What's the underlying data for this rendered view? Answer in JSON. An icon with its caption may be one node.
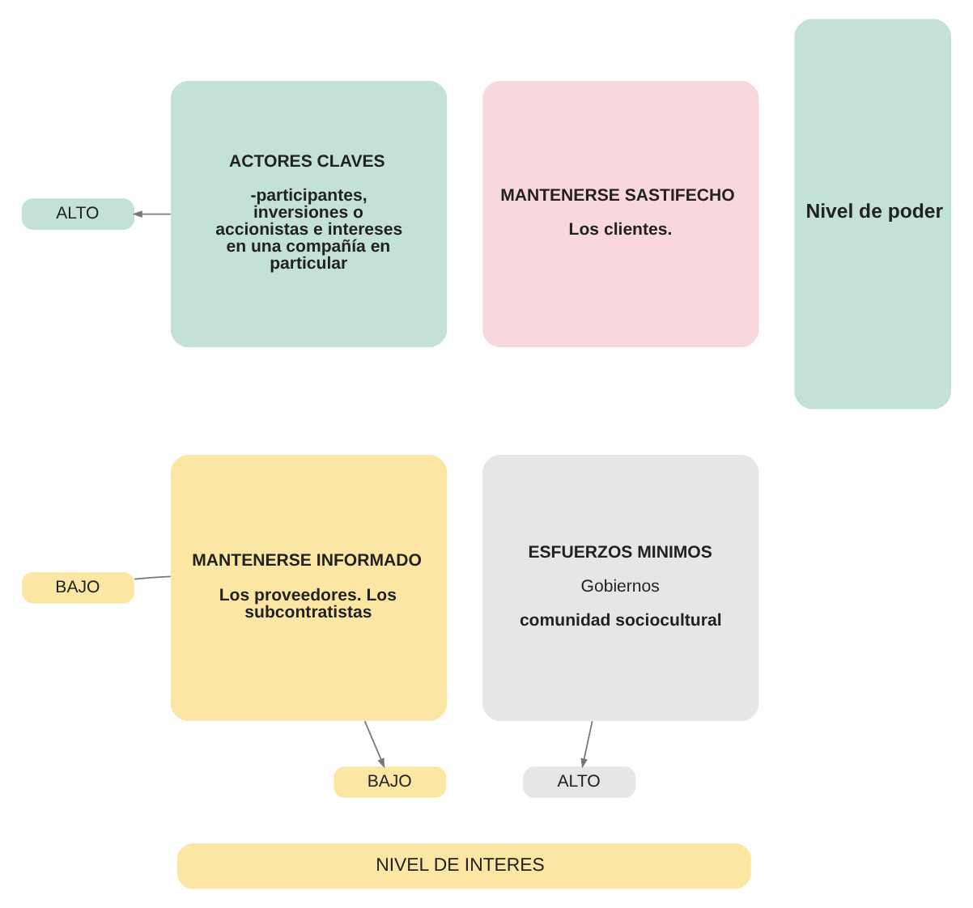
{
  "diagram": {
    "nodes": [
      {
        "text": [
          "ALTO"
        ]
      },
      {
        "text": [
          "Nivel de poder"
        ]
      },
      {
        "text": [
          "ACTORES CLAVES",
          "-participantes, inversiones o accionistas e intereses en una compañía en particular"
        ]
      },
      {
        "text": [
          "MANTENERSE SASTIFECHO",
          "Los clientes."
        ]
      },
      {
        "text": [
          "MANTENERSE INFORMADO",
          "Los proveedores. Los subcontratistas"
        ]
      },
      {
        "text": [
          "ESFUERZOS MINIMOS",
          "Gobiernos",
          "comunidad sociocultural"
        ]
      },
      {
        "text": [
          "BAJO"
        ]
      },
      {
        "text": [
          "BAJO"
        ]
      },
      {
        "text": [
          "ALTO"
        ]
      },
      {
        "text": [
          "NIVEL DE INTERES"
        ]
      }
    ],
    "edges": [
      {
        "from": 2,
        "to": 0,
        "arrow": "to"
      },
      {
        "from": 4,
        "to": 6,
        "arrow": "none"
      },
      {
        "from": 4,
        "to": 7,
        "arrow": "to"
      },
      {
        "from": 5,
        "to": 8,
        "arrow": "to"
      }
    ]
  }
}
